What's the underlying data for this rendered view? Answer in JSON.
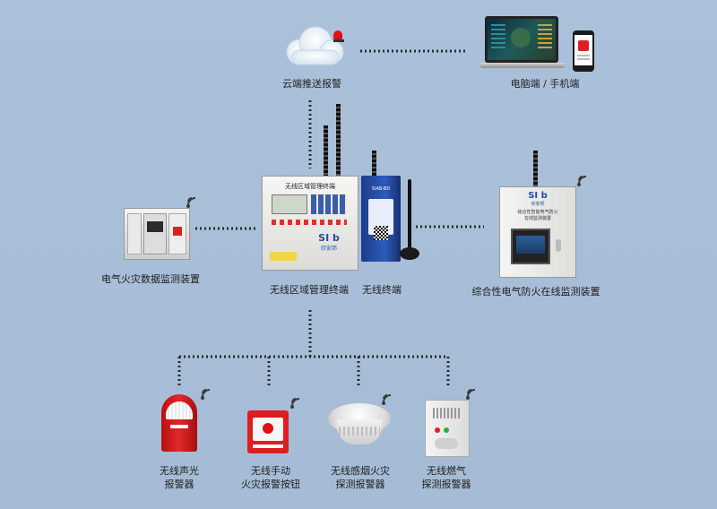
{
  "nodes": {
    "cloud": "云端推送报警",
    "pc_phone": "电脑端 / 手机端",
    "elec_monitor": "电气火灾数据监测装置",
    "terminal": "无线区域管理终端",
    "wireless": "无线终端",
    "integrated": "综合性电气防火在线监测装置",
    "sound_light": [
      "无线声光",
      "报警器"
    ],
    "manual": [
      "无线手动",
      "火灾报警按钮"
    ],
    "smoke": [
      "无线感烟火灾",
      "探测报警器"
    ],
    "gas": [
      "无线燃气",
      "探测报警器"
    ]
  },
  "device_text": {
    "terminal_panel_title": "无线区域管理终端",
    "brand_logo": "SI b",
    "brand_sub": "欣安邦",
    "wireless_model": "SIAB-BD",
    "integrated_panel_text": [
      "综合性智能电气防火",
      "在线监测装置"
    ]
  },
  "colors": {
    "background": "#a9bfd8",
    "link": "#2b2b2b",
    "alarm_red": "#d8181c",
    "cabinet": "#e9e9e6"
  }
}
